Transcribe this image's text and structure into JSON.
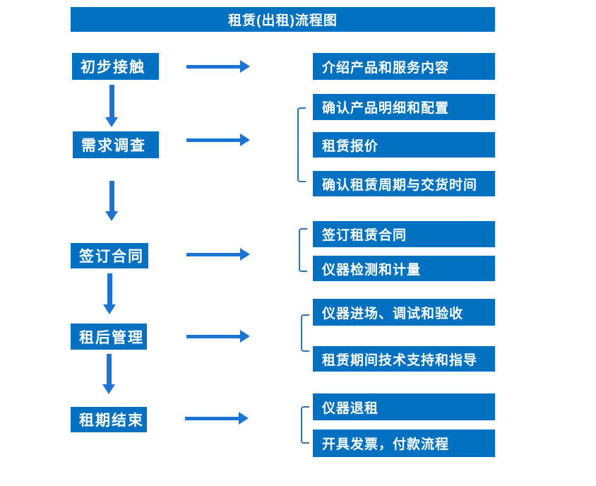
{
  "title": "租赁(出租)流程图",
  "colors": {
    "box_blue": "#0070C0",
    "arrow_blue": "#1B74D2",
    "bracket_blue": "#2E74B5",
    "text_white": "#FFFFFF",
    "background": "#FFFFFF"
  },
  "steps": [
    {
      "label": "初步接触",
      "outputs": [
        "介绍产品和服务内容"
      ]
    },
    {
      "label": "需求调查",
      "outputs": [
        "确认产品明细和配置",
        "租赁报价",
        "确认租赁周期与交货时间"
      ]
    },
    {
      "label": "签订合同",
      "outputs": [
        "签订租赁合同",
        "仪器检测和计量"
      ]
    },
    {
      "label": "租后管理",
      "outputs": [
        "仪器进场、调试和验收",
        "租赁期间技术支持和指导"
      ]
    },
    {
      "label": "租期结束",
      "outputs": [
        "仪器退租",
        "开具发票，付款流程"
      ]
    }
  ]
}
